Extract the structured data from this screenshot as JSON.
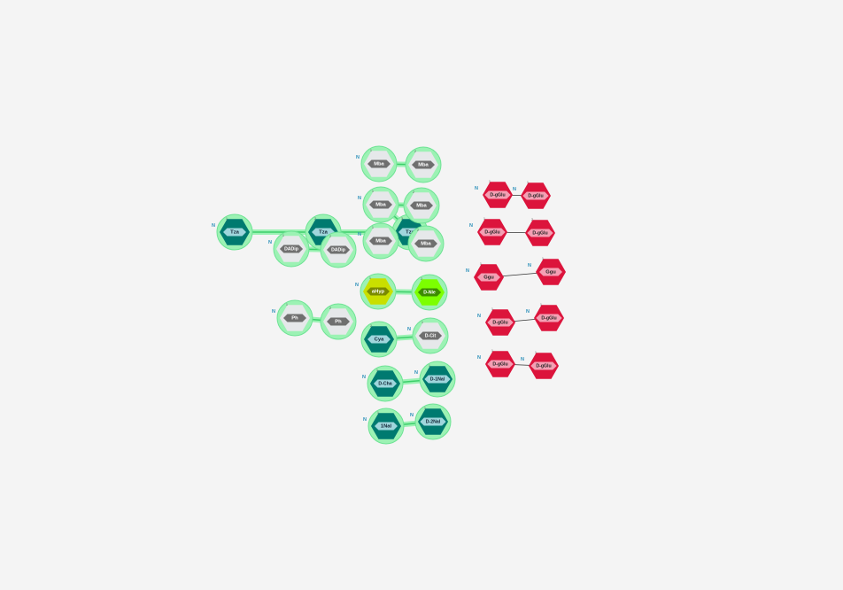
{
  "colors": {
    "background": "#f4f4f4",
    "selection_ring": "#9cf2b4",
    "selection_ring_stroke": "#6fe395",
    "link_selected": "#3ccf6a",
    "link_plain": "#333333",
    "nterm": "#2a8fb8",
    "pink_hex": "#dc143c",
    "pink_pill": "#f4a0b4",
    "teal_hex": "#007a70",
    "teal_pill": "#9fd6dc",
    "light_hex": "#e6e8ea",
    "gray_pill": "#6f6f6f",
    "yellow_hex": "#c9df00",
    "yellow_pill": "#7a8a00",
    "lime_hex": "#7cff00",
    "lime_pill": "#3c8c00"
  },
  "n_terminus_label": "N",
  "monomers": {
    "tza_1": "Tza",
    "tza_2": "Tza",
    "tza_3": "Tza",
    "dadip_1": "DADip",
    "dadip_2": "DADip",
    "mba_1": "Mba",
    "mba_2": "Mba",
    "mba_3": "Mba",
    "mba_4": "Mba",
    "mba_5": "Mba",
    "mba_6": "Mba",
    "ahyp": "aHyp",
    "dnle": "D-Nle",
    "ph_1": "Ph",
    "ph_2": "Ph",
    "cya": "Cya",
    "dcit": "D-Cit",
    "dcha": "D-Cha",
    "d1nal": "D-1Nal",
    "nal1": "1Nal",
    "d2nal": "D-2Nal",
    "dgglu_1": "D-gGlu",
    "dgglu_2": "D-gGlu",
    "dgglu_3": "D-gGlu",
    "dgglu_4": "D-gGlu",
    "gglu_1": "Ggu",
    "gglu_2": "Ggu",
    "dgglu_5": "D-gGlu",
    "dgglu_6": "D-gGlu",
    "dgglu_7": "D-gGlu",
    "dgglu_8": "D-gGlu"
  }
}
